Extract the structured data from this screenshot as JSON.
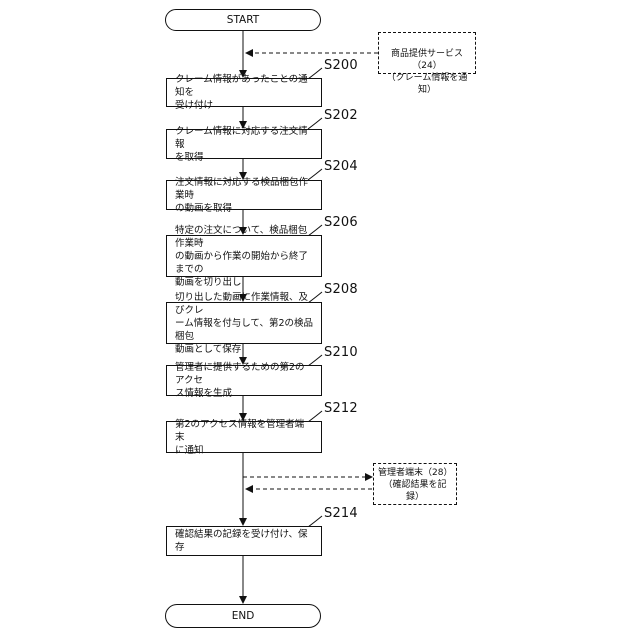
{
  "terminals": {
    "start": "START",
    "end": "END"
  },
  "external": {
    "service": "商品提供サービス\n（24）\n（クレーム情報を通知）",
    "admin_terminal_title": "管理者端末（28）",
    "admin_terminal_action": "（確認結果を記録）"
  },
  "steps": [
    {
      "id": "S200",
      "text": "クレーム情報があったことの通知を\n受け付け"
    },
    {
      "id": "S202",
      "text": "クレーム情報に対応する注文情報\nを取得"
    },
    {
      "id": "S204",
      "text": "注文情報に対応する検品梱包作業時\nの動画を取得"
    },
    {
      "id": "S206",
      "text": "特定の注文について、検品梱包作業時\nの動画から作業の開始から終了までの\n動画を切り出し"
    },
    {
      "id": "S208",
      "text": "切り出した動画に作業情報、及びクレ\nーム情報を付与して、第2の検品梱包\n動画として保存"
    },
    {
      "id": "S210",
      "text": "管理者に提供するための第2のアクセ\nス情報を生成"
    },
    {
      "id": "S212",
      "text": "第2のアクセス情報を管理者端末\nに通知"
    },
    {
      "id": "S214",
      "text": "確認結果の記録を受け付け、保存"
    }
  ]
}
